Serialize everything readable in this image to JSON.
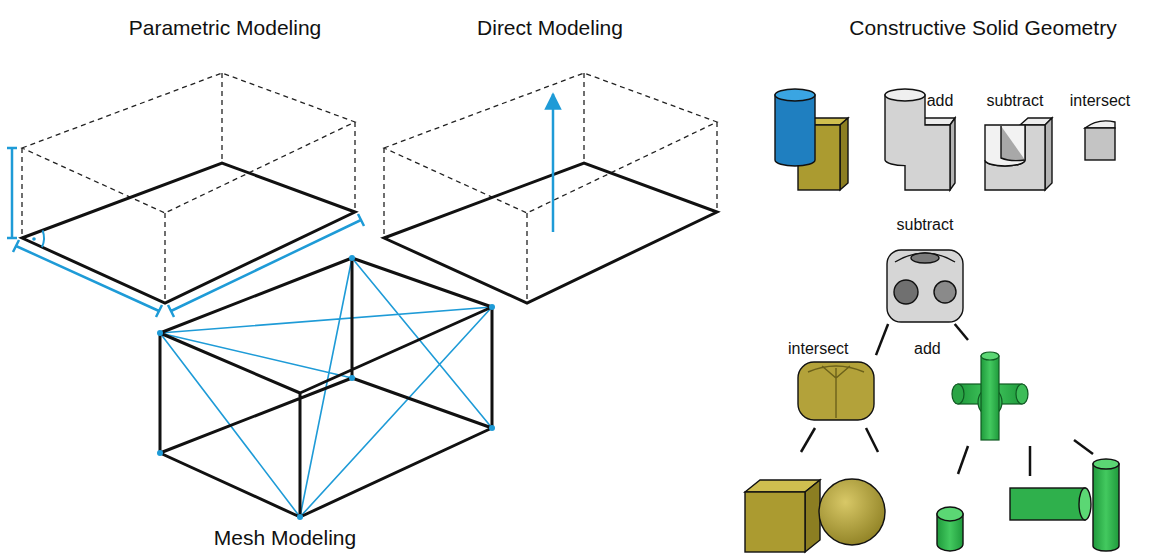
{
  "diagram": {
    "nodes": [
      {
        "text": [
          "subtract"
        ]
      },
      {
        "text": [
          "intersect"
        ]
      },
      {
        "text": [
          "add"
        ]
      }
    ],
    "edges": [
      {
        "from": 0,
        "to": 1,
        "arrow": "none"
      },
      {
        "from": 0,
        "to": 2,
        "arrow": "none"
      }
    ],
    "labels": [
      "Parametric Modeling",
      "Direct Modeling",
      "Constructive Solid Geometry",
      "add",
      "subtract",
      "intersect",
      "Mesh Modeling"
    ]
  }
}
